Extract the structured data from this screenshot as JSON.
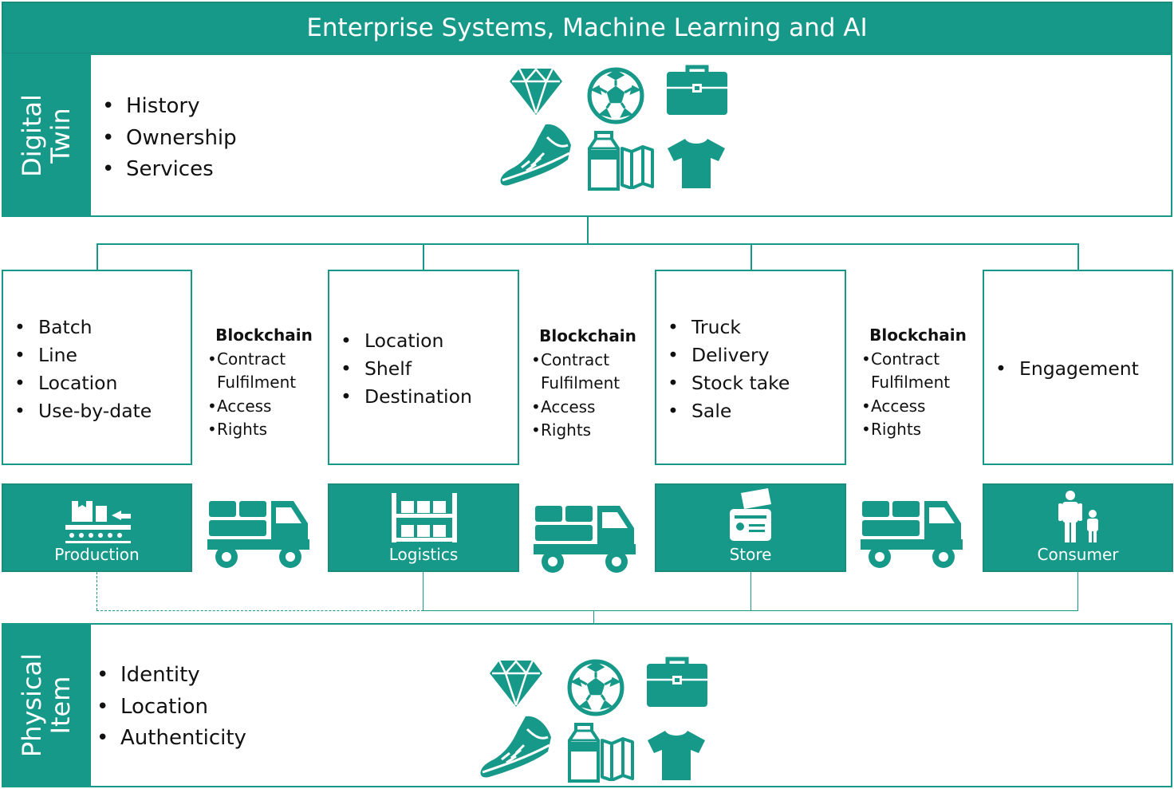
{
  "banner": {
    "title": "Enterprise Systems, Machine Learning and AI"
  },
  "digital_twin": {
    "label_line1": "Digital",
    "label_line2": "Twin",
    "items": [
      "History",
      "Ownership",
      "Services"
    ]
  },
  "physical_item": {
    "label_line1": "Physical",
    "label_line2": "Item",
    "items": [
      "Identity",
      "Location",
      "Authenticity"
    ]
  },
  "product_icons": [
    "diamond-icon",
    "soccer-ball-icon",
    "briefcase-icon",
    "sneaker-icon",
    "milk-carton-icon",
    "map-icon",
    "tshirt-icon"
  ],
  "stages": [
    {
      "label": "Production",
      "icon": "conveyor-icon",
      "items": [
        "Batch",
        "Line",
        "Location",
        "Use-by-date"
      ]
    },
    {
      "label": "Logistics",
      "icon": "warehouse-shelf-icon",
      "items": [
        "Location",
        "Shelf",
        "Destination"
      ]
    },
    {
      "label": "Store",
      "icon": "card-payment-icon",
      "items": [
        "Truck",
        "Delivery",
        "Stock take",
        "Sale"
      ]
    },
    {
      "label": "Consumer",
      "icon": "family-icon",
      "items": [
        "Engagement"
      ]
    }
  ],
  "blockchain": {
    "title": "Blockchain",
    "rows": [
      {
        "text": "Contract",
        "bullet": true
      },
      {
        "text": "Fulfilment",
        "bullet": false
      },
      {
        "text": "Access",
        "bullet": true
      },
      {
        "text": "Rights",
        "bullet": true
      }
    ]
  },
  "truck_icon": "truck-icon",
  "colors": {
    "teal": "#17998A",
    "white": "#FFFFFF"
  }
}
